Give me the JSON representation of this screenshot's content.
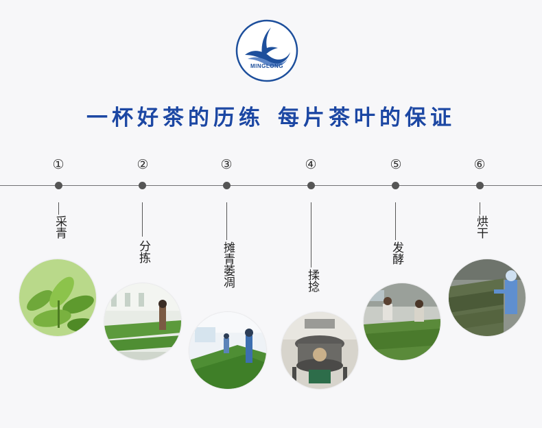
{
  "brand": {
    "logo_text": "MINGLONG"
  },
  "headline": {
    "part1": "一杯好茶的历练",
    "part2": "每片茶叶的保证"
  },
  "steps": [
    {
      "num": "①",
      "label": "采青"
    },
    {
      "num": "②",
      "label": "分拣"
    },
    {
      "num": "③",
      "label": "摊青萎凋"
    },
    {
      "num": "④",
      "label": "揉捻"
    },
    {
      "num": "⑤",
      "label": "发酵"
    },
    {
      "num": "⑥",
      "label": "烘干"
    }
  ],
  "colors": {
    "accent": "#1c47a3",
    "line": "#6f6f73",
    "background": "#f7f7f9"
  }
}
